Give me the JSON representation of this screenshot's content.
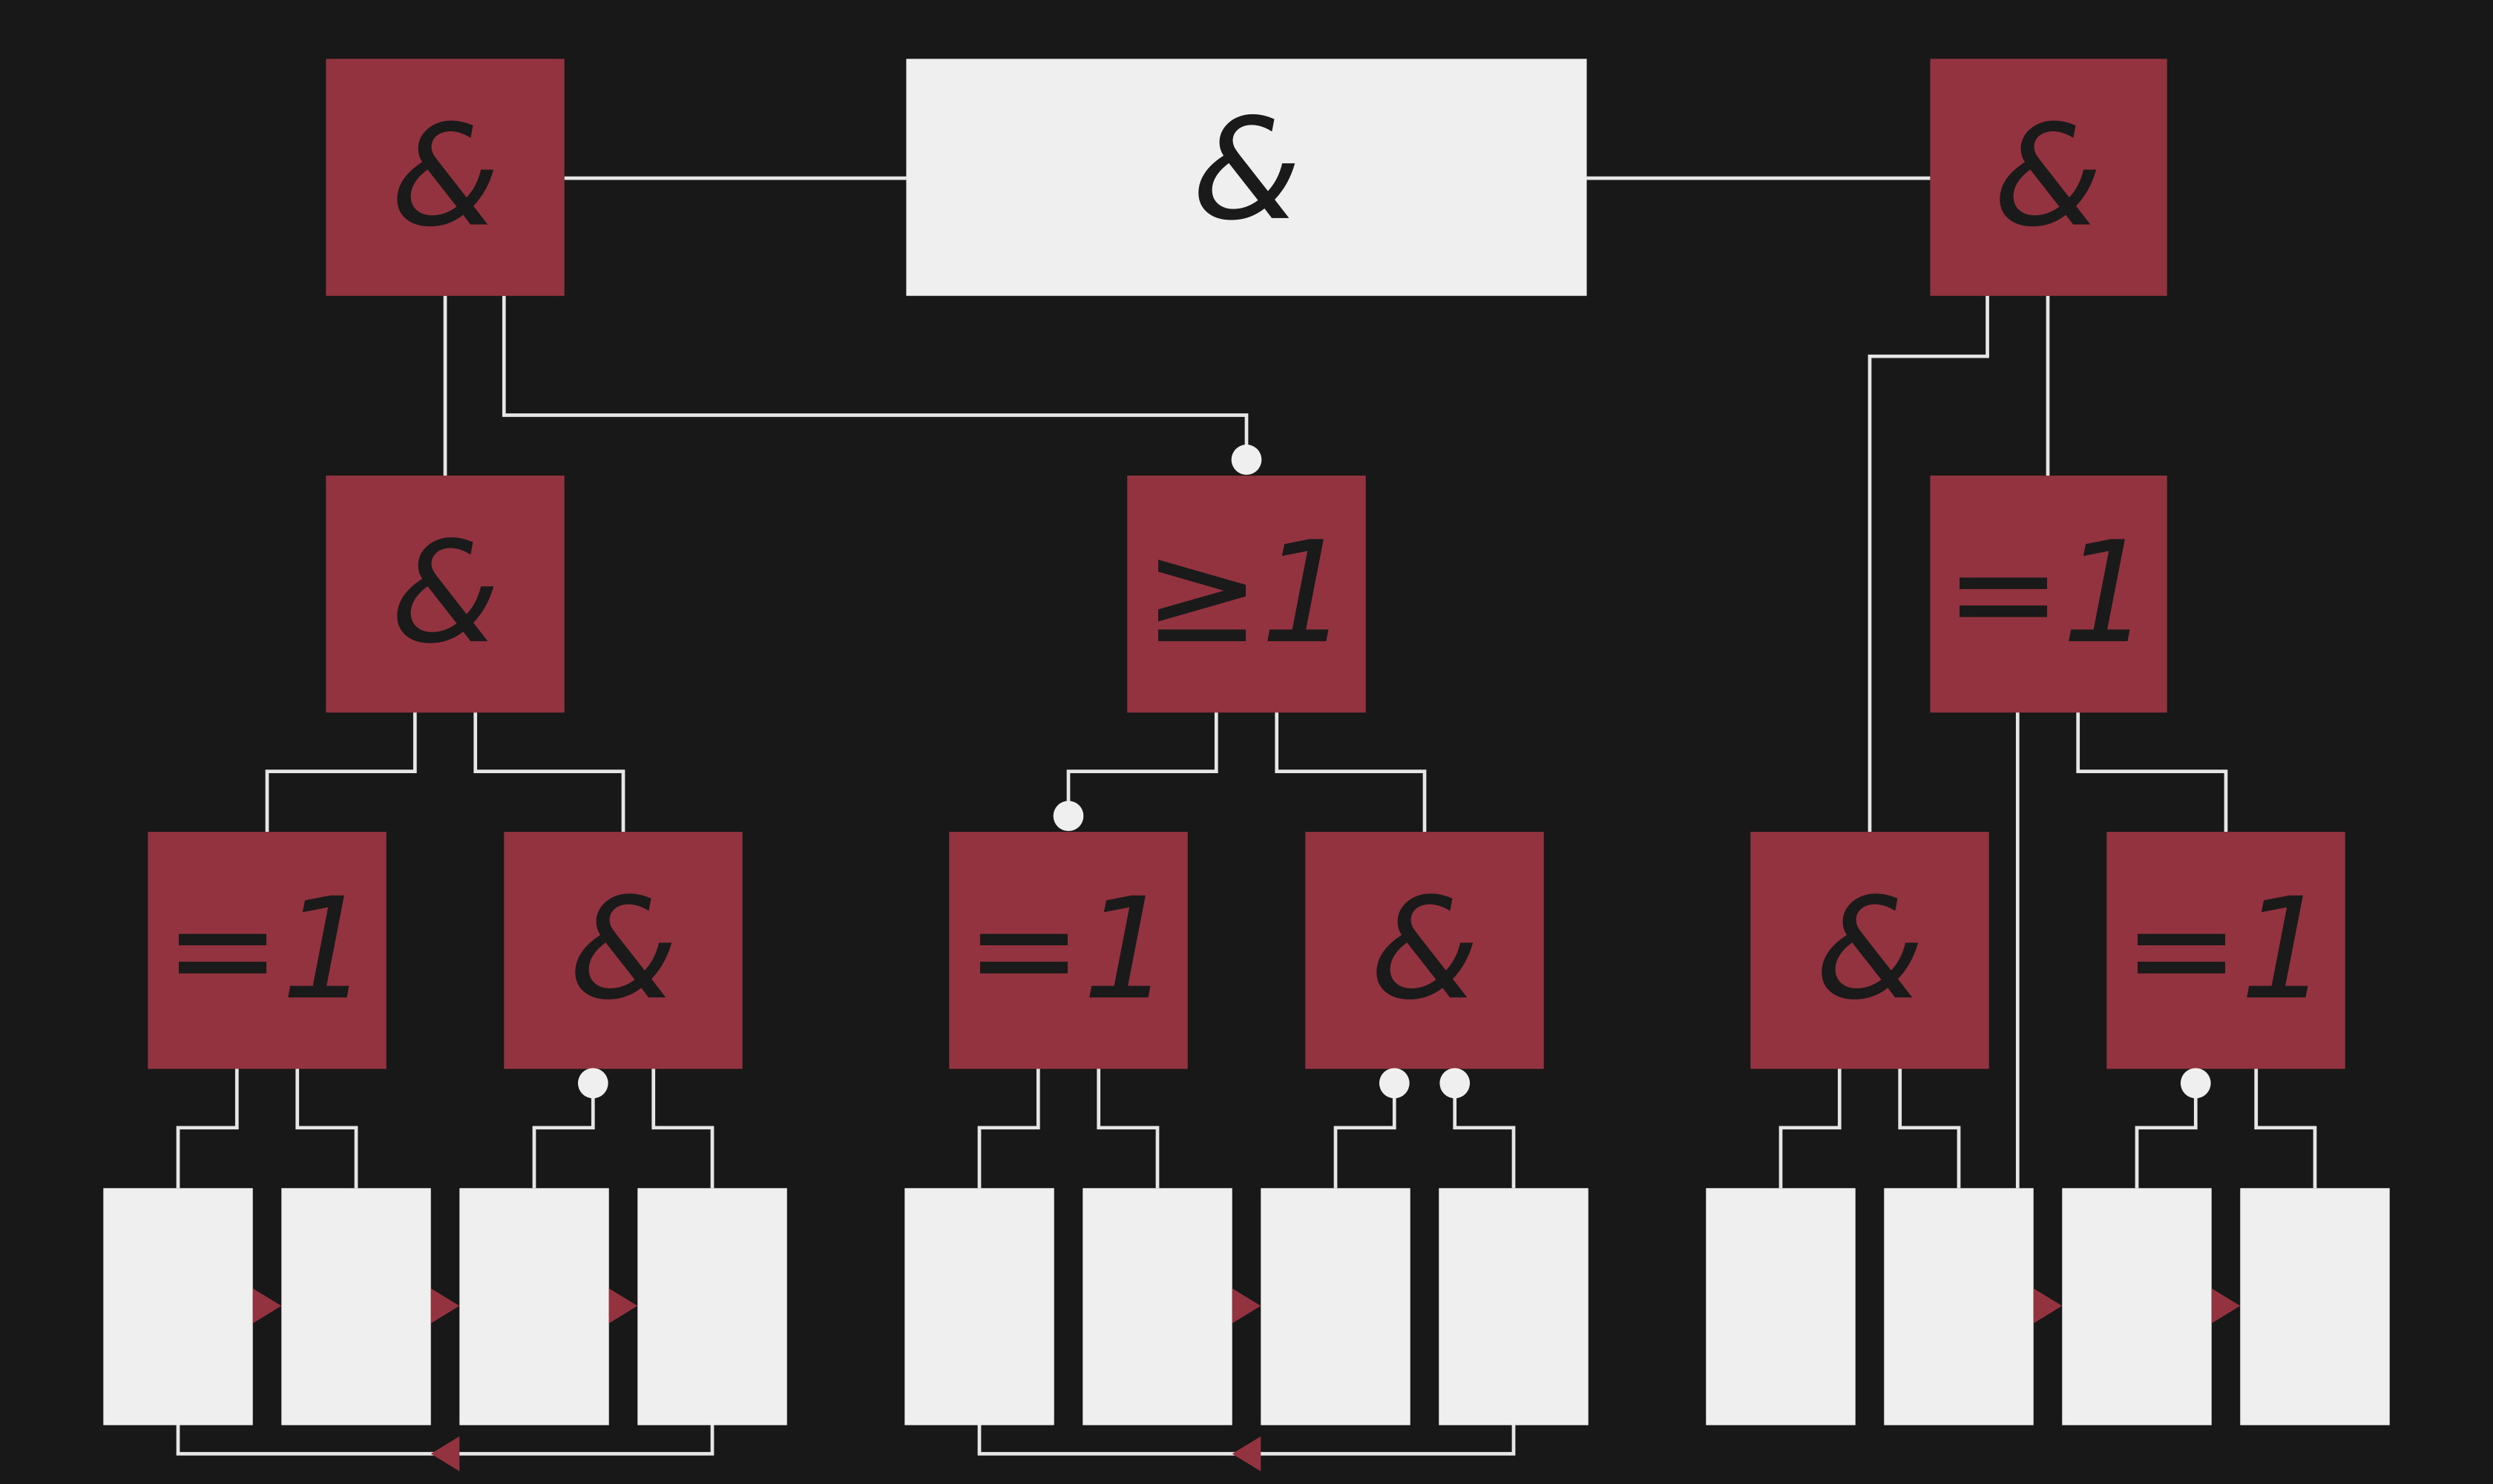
{
  "colors": {
    "background": "#181818",
    "gate": "#943340",
    "light": "#efefef",
    "wire": "#e6e6e6",
    "text": "#1a1a1a"
  },
  "gates": {
    "top_left": "&",
    "top_center": "&",
    "top_right": "&",
    "mid_left": "&",
    "mid_center": "≥1",
    "mid_right": "=1",
    "low_1": "=1",
    "low_2": "&",
    "low_3": "=1",
    "low_4": "&",
    "low_5": "&",
    "low_6": "=1"
  }
}
